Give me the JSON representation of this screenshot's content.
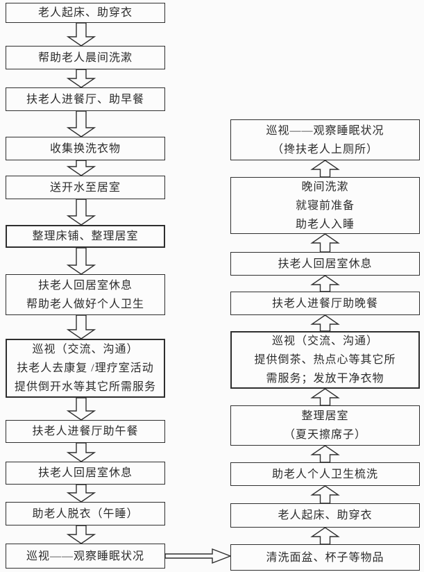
{
  "diagram": {
    "type": "flowchart",
    "description": "elderly-care-daily-workflow",
    "colors": {
      "background": "#fbfbfb",
      "line": "#2e2e2e",
      "text": "#2b2b2b"
    },
    "nodes": [
      {
        "id": "L1",
        "column": "left",
        "thick": false,
        "text": "老人起床、助穿衣"
      },
      {
        "id": "L2",
        "column": "left",
        "thick": false,
        "text": "帮助老人晨间洗漱"
      },
      {
        "id": "L3",
        "column": "left",
        "thick": false,
        "text": "扶老人进餐厅、助早餐"
      },
      {
        "id": "L4",
        "column": "left",
        "thick": false,
        "text": "收集换洗衣物"
      },
      {
        "id": "L5",
        "column": "left",
        "thick": false,
        "text": "送开水至居室"
      },
      {
        "id": "L6",
        "column": "left",
        "thick": true,
        "text": "整理床铺、整理居室"
      },
      {
        "id": "L7",
        "column": "left",
        "thick": false,
        "text": "扶老人回居室休息\n帮助老人做好个人卫生"
      },
      {
        "id": "L8",
        "column": "left",
        "thick": true,
        "text": "巡视（交流、沟通）\n扶老人去康复 /理疗室活动\n提供倒开水等其它所需服务"
      },
      {
        "id": "L9",
        "column": "left",
        "thick": false,
        "text": "扶老人进餐厅助午餐"
      },
      {
        "id": "L10",
        "column": "left",
        "thick": false,
        "text": "扶老人回居室休息"
      },
      {
        "id": "L11",
        "column": "left",
        "thick": false,
        "text": "助老人脱衣（午睡）"
      },
      {
        "id": "L12",
        "column": "left",
        "thick": false,
        "text": "巡视——观察睡眠状况"
      },
      {
        "id": "R1",
        "column": "right",
        "thick": false,
        "text": "清洗面盆、杯子等物品"
      },
      {
        "id": "R2",
        "column": "right",
        "thick": false,
        "text": "老人起床、助穿衣"
      },
      {
        "id": "R3",
        "column": "right",
        "thick": false,
        "text": "助老人个人卫生梳洗"
      },
      {
        "id": "R4",
        "column": "right",
        "thick": false,
        "text": "整理居室\n（夏天擦席子）"
      },
      {
        "id": "R5",
        "column": "right",
        "thick": true,
        "text": "巡视（交流、沟通）\n提供倒茶、热点心等其它所\n需服务；发放干净衣物"
      },
      {
        "id": "R6",
        "column": "right",
        "thick": false,
        "text": "扶老人进餐厅助晚餐"
      },
      {
        "id": "R7",
        "column": "right",
        "thick": false,
        "text": "扶老人回居室休息"
      },
      {
        "id": "R8",
        "column": "right",
        "thick": false,
        "text": "晚间洗漱\n就寝前准备\n助老人入睡"
      },
      {
        "id": "R9",
        "column": "right",
        "thick": false,
        "text": "巡视——观察睡眠状况\n（搀扶老人上厕所）"
      }
    ],
    "edges": [
      {
        "from": "L1",
        "to": "L2",
        "direction": "down"
      },
      {
        "from": "L2",
        "to": "L3",
        "direction": "down"
      },
      {
        "from": "L3",
        "to": "L4",
        "direction": "down"
      },
      {
        "from": "L4",
        "to": "L5",
        "direction": "down"
      },
      {
        "from": "L5",
        "to": "L6",
        "direction": "down"
      },
      {
        "from": "L6",
        "to": "L7",
        "direction": "down"
      },
      {
        "from": "L7",
        "to": "L8",
        "direction": "down"
      },
      {
        "from": "L8",
        "to": "L9",
        "direction": "down"
      },
      {
        "from": "L9",
        "to": "L10",
        "direction": "down"
      },
      {
        "from": "L10",
        "to": "L11",
        "direction": "down"
      },
      {
        "from": "L11",
        "to": "L12",
        "direction": "down"
      },
      {
        "from": "L12",
        "to": "R1",
        "direction": "right"
      },
      {
        "from": "R1",
        "to": "R2",
        "direction": "up"
      },
      {
        "from": "R2",
        "to": "R3",
        "direction": "up"
      },
      {
        "from": "R3",
        "to": "R4",
        "direction": "up"
      },
      {
        "from": "R4",
        "to": "R5",
        "direction": "up"
      },
      {
        "from": "R5",
        "to": "R6",
        "direction": "up"
      },
      {
        "from": "R6",
        "to": "R7",
        "direction": "up"
      },
      {
        "from": "R7",
        "to": "R8",
        "direction": "up"
      },
      {
        "from": "R8",
        "to": "R9",
        "direction": "up"
      }
    ]
  }
}
